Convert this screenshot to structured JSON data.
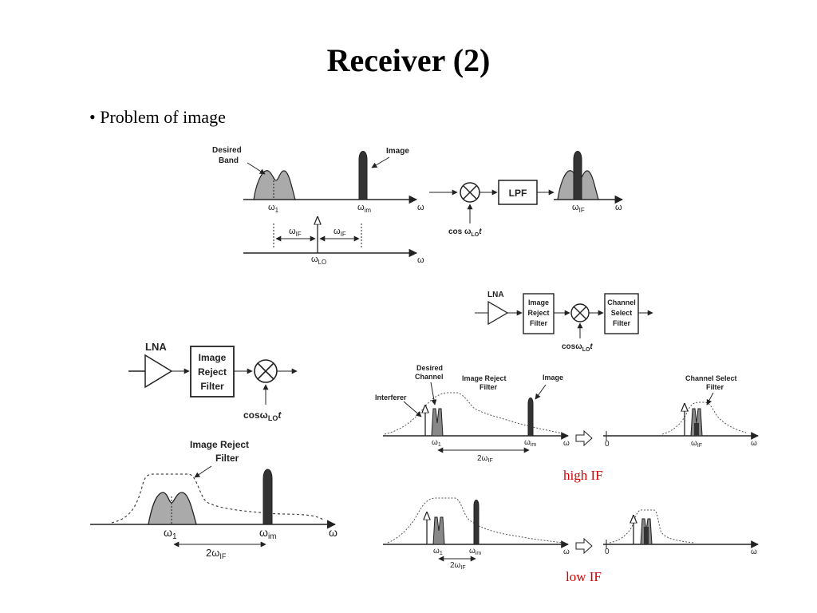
{
  "title": "Receiver (2)",
  "bullet": "• Problem of image",
  "captions": {
    "high_if": "high IF",
    "low_if": "low IF"
  },
  "colors": {
    "caption_red": "#d00000",
    "band_fill": "#aaaaaa",
    "image_fill": "#333333"
  },
  "top_diagram": {
    "desired_band": "Desired",
    "desired_band_2": "Band",
    "image": "Image",
    "w1": "ω",
    "w1_sub": "1",
    "wim": "ω",
    "wim_sub": "im",
    "w": "ω",
    "lpf": "LPF",
    "cos": "cos ω",
    "cos_sub": "LO",
    "cos_t": "t",
    "wif_out": "ω",
    "wif_out_sub": "IF",
    "w_out": "ω",
    "wif_left": "ω",
    "wif_left_sub": "IF",
    "wif_right": "ω",
    "wif_right_sub": "IF",
    "wlo": "ω",
    "wlo_sub": "LO",
    "w_lo_axis": "ω"
  },
  "left_diagram": {
    "lna": "LNA",
    "irf_1": "Image",
    "irf_2": "Reject",
    "irf_3": "Filter",
    "cos": "cosω",
    "cos_sub": "LO",
    "cos_t": "t",
    "filter_label_1": "Image Reject",
    "filter_label_2": "Filter",
    "w1": "ω",
    "w1_sub": "1",
    "wim": "ω",
    "wim_sub": "im",
    "w": "ω",
    "two_wif": "2ω",
    "two_wif_sub": "IF"
  },
  "right_diagram": {
    "lna": "LNA",
    "irf_1": "Image",
    "irf_2": "Reject",
    "irf_3": "Filter",
    "csf_1": "Channel",
    "csf_2": "Select",
    "csf_3": "Filter",
    "cos": "cosω",
    "cos_sub": "LO",
    "cos_t": "t",
    "desired_1": "Desired",
    "desired_2": "Channel",
    "irf_label_1": "Image Reject",
    "irf_label_2": "Filter",
    "image": "Image",
    "interferer": "Interferer",
    "csf_label_1": "Channel Select",
    "csf_label_2": "Filter",
    "w1": "ω",
    "w1_sub": "1",
    "wim": "ω",
    "wim_sub": "im",
    "w": "ω",
    "two_wif": "2ω",
    "two_wif_sub": "IF",
    "zero": "0",
    "wif": "ω",
    "wif_sub": "IF",
    "w_out": "ω",
    "low_w1": "ω",
    "low_w1_sub": "1",
    "low_wim": "ω",
    "low_wim_sub": "im",
    "low_w": "ω",
    "low_two_wif": "2ω",
    "low_two_wif_sub": "IF",
    "low_zero": "0",
    "low_w_out": "ω"
  }
}
